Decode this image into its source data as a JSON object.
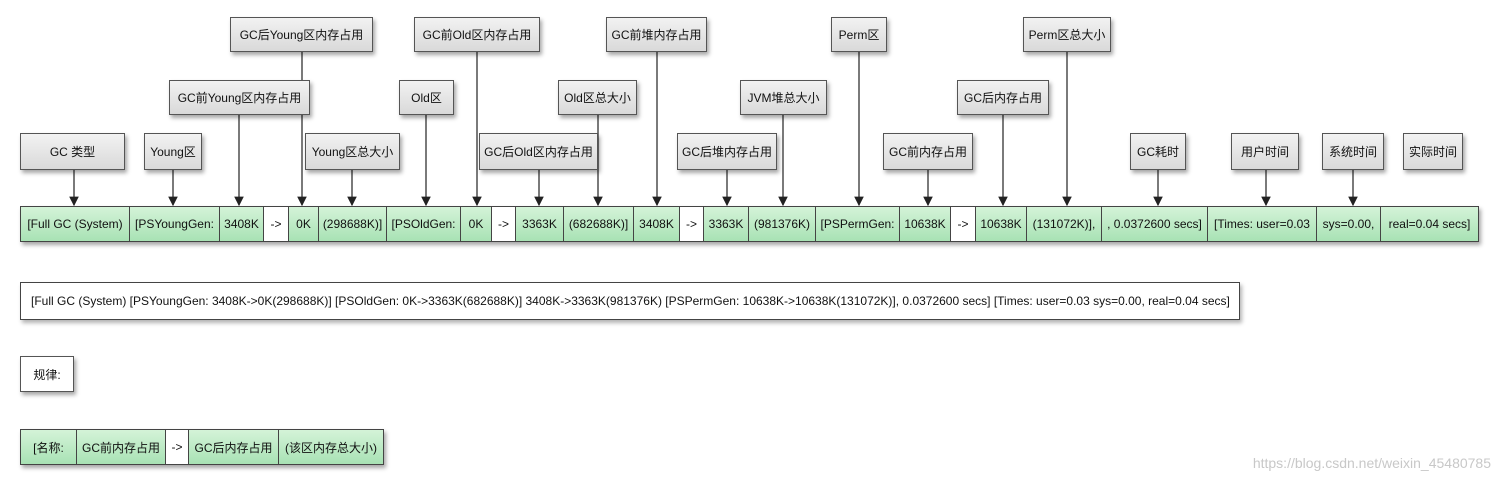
{
  "top_labels": [
    "GC后Young区内存占用",
    "GC前Old区内存占用",
    "GC前堆内存占用",
    "Perm区",
    "Perm区总大小",
    "GC前Young区内存占用",
    "Old区",
    "Old区总大小",
    "JVM堆总大小",
    "GC后内存占用",
    "GC 类型",
    "Young区",
    "Young区总大小",
    "GC后Old区内存占用",
    "GC后堆内存占用",
    "GC前内存占用",
    "GC耗时",
    "用户时间",
    "系统时间",
    "实际时间"
  ],
  "log_cells": [
    "[Full GC (System)",
    "[PSYoungGen:",
    "3408K",
    "->",
    "0K",
    "(298688K)]",
    "[PSOldGen:",
    "0K",
    "->",
    "3363K",
    "(682688K)]",
    "3408K",
    "->",
    "3363K",
    "(981376K)",
    "[PSPermGen:",
    "10638K",
    "->",
    "10638K",
    "(131072K)],",
    ", 0.0372600 secs]",
    "[Times: user=0.03",
    "sys=0.00,",
    "real=0.04 secs]"
  ],
  "full_line": "[Full GC (System) [PSYoungGen: 3408K->0K(298688K)] [PSOldGen: 0K->3363K(682688K)] 3408K->3363K(981376K) [PSPermGen: 10638K->10638K(131072K)], 0.0372600 secs] [Times: user=0.03 sys=0.00, real=0.04 secs]",
  "rule_label": "规律:",
  "rule_cells": [
    "[名称:",
    "GC前内存占用",
    "->",
    "GC后内存占用",
    "(该区内存总大小)"
  ],
  "watermark": "https://blog.csdn.net/weixin_45480785"
}
